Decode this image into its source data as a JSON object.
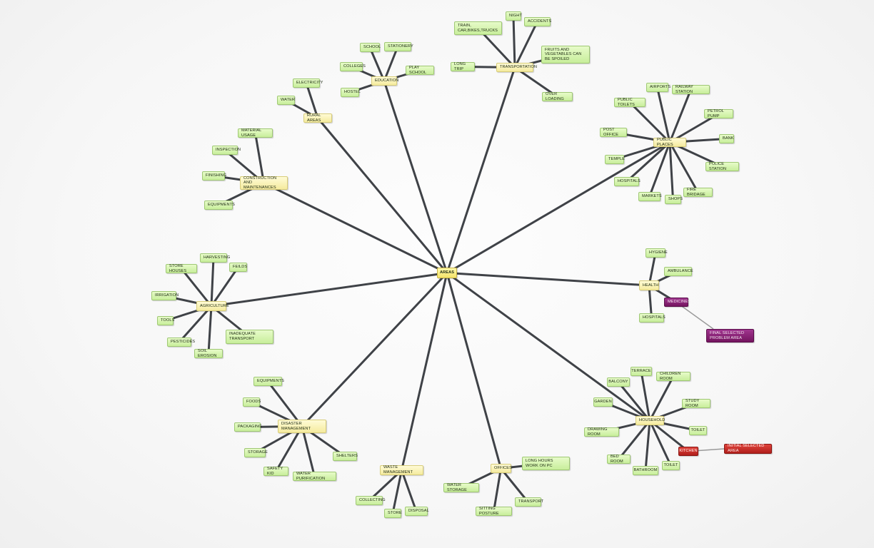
{
  "diagram": {
    "root": "AREAS",
    "branches": [
      {
        "label": "EDUCATION",
        "children": [
          "SCHOOL",
          "STATIONERY",
          "COLLEGES",
          "PLAY SCHOOL",
          "HOSTEL"
        ]
      },
      {
        "label": "TRANSPORTATION",
        "children": [
          "TRAIN, CAR,BIKES,TRUCKS",
          "NIGHT",
          "ACCIDENTS",
          "FRUITS AND VEGETABLES CAN BE SPOILED",
          "LONG TRIP",
          "OVER LOADING"
        ]
      },
      {
        "label": "RURAL AREAS",
        "children": [
          "ELECTRICITY",
          "WATER"
        ]
      },
      {
        "label": "CONSTRUCTION AND MAINTENANCES",
        "children": [
          "MATERIAL USAGE",
          "INSPECTION",
          "FINISHING",
          "EQUIPMENTS"
        ]
      },
      {
        "label": "PUBLIC PLACES",
        "children": [
          "AIRPORTS",
          "RAILWAY STATION",
          "PUBLIC TOILETS",
          "PETROL PUMP",
          "POST OFFICE",
          "BANK",
          "TEMPLE",
          "POLICE STATION",
          "HOSPITALS",
          "FIRE BRIDAGE",
          "MARKETS",
          "SHOPS"
        ]
      },
      {
        "label": "AGRICULTURE",
        "children": [
          "HARVESTING",
          "STORE HOUSES",
          "FEILDS",
          "IRRIGATION",
          "TOOLS",
          "PESTICIDES",
          "SOIL EROSION",
          "INADEQUATE TRANSPORT"
        ]
      },
      {
        "label": "HEALTH",
        "children": [
          "HYGIENE",
          "AMBULANCE",
          "MEDICINES",
          "HOSPITALS"
        ]
      },
      {
        "label": "DISASTER MANAGEMENT",
        "children": [
          "EQUIPMENTS",
          "FOODS",
          "PACKAGING",
          "STORAGE",
          "SAFETY KID",
          "WATER PURIFICATION",
          "SHELTERS"
        ]
      },
      {
        "label": "WASTE MANAGEMENT",
        "children": [
          "COLLECTING",
          "STORE",
          "DISPOSAL"
        ]
      },
      {
        "label": "OFFICES",
        "children": [
          "LONG HOURS WORK ON PC",
          "WATER STORAGE",
          "SITTING POSTURE",
          "TRANSPORT"
        ]
      },
      {
        "label": "HOUSEHOLD",
        "children": [
          "TERRACE",
          "BALCONY",
          "CHILDREN ROOM",
          "GARDEN",
          "STUDY ROOM",
          "DRAWING ROOM",
          "TOILET",
          "KITCHEN",
          "BED ROOM",
          "BATHROOM",
          "TOILET"
        ]
      }
    ],
    "annotations": [
      {
        "label": "FINAL SELECTED PROBLEM AREA",
        "target": "MEDICINES",
        "color": "#7a1766"
      },
      {
        "label": "INITIAL SELECTED AREA",
        "target": "KITCHEN",
        "color": "#c0231f"
      }
    ],
    "colors": {
      "leaf": "#d4f2ad",
      "hub": "#f8efb0",
      "root": "#f7e878",
      "edge": "#3f4247",
      "final": "#7a1766",
      "initial": "#c0231f"
    }
  }
}
